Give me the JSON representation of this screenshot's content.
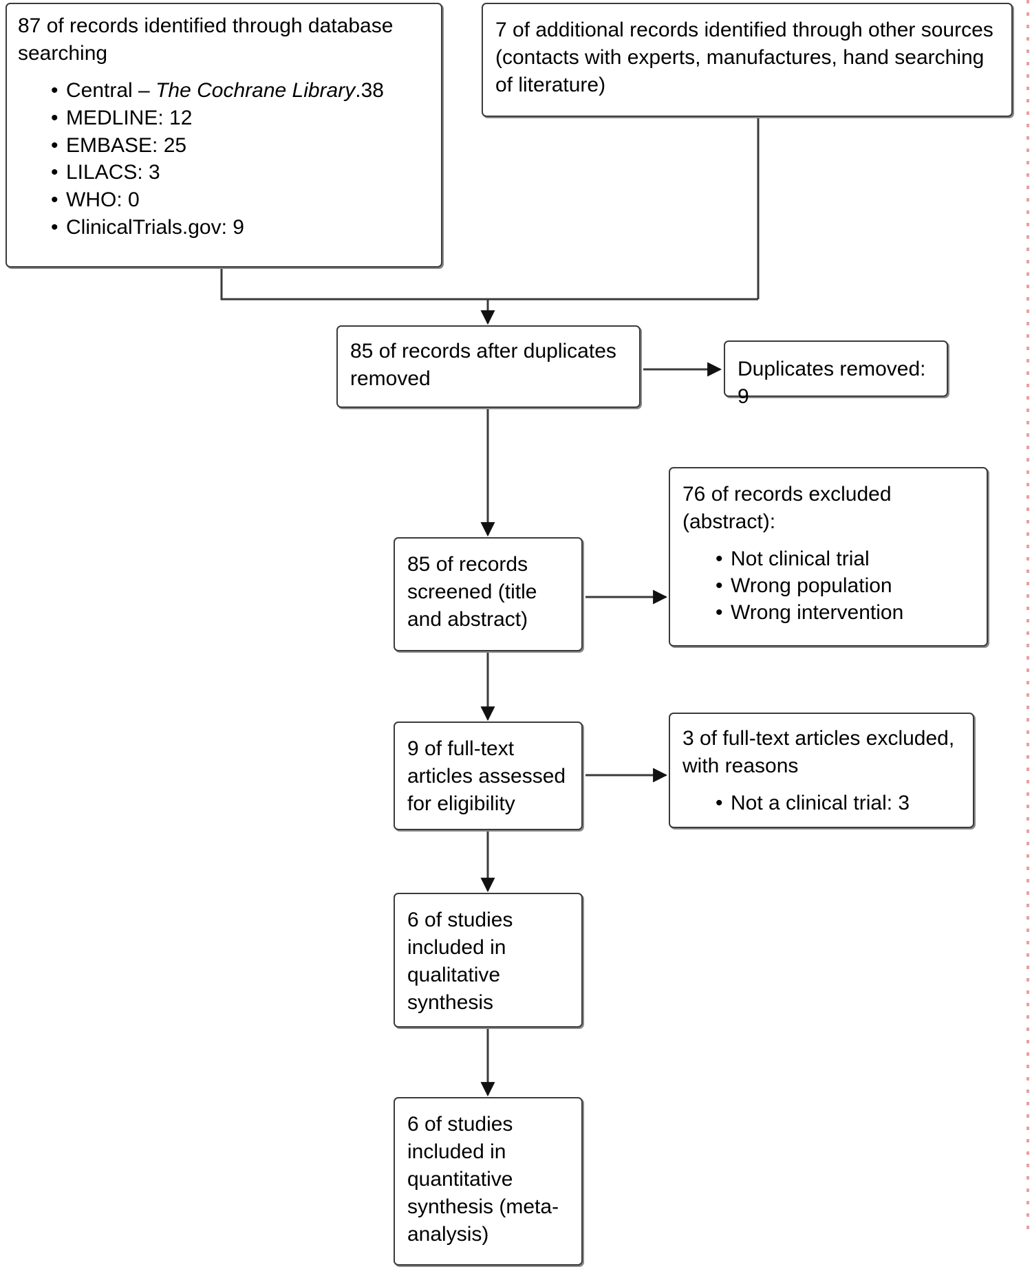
{
  "diagram": {
    "title": "PRISMA study selection flow diagram",
    "type": "flowchart",
    "boxes": {
      "database_search": {
        "heading": "87 of records identified through database searching",
        "sources": [
          {
            "label": "Central – ",
            "emphasis": "The Cochrane Library",
            "suffix": ".38"
          },
          {
            "label": "MEDLINE: 12"
          },
          {
            "label": "EMBASE: 25"
          },
          {
            "label": "LILACS: 3"
          },
          {
            "label": "WHO: 0"
          },
          {
            "label": "ClinicalTrials.gov: 9"
          }
        ]
      },
      "other_sources": {
        "heading": "7 of additional records identified through other sources (contacts with experts, manufactures, hand searching of literature)"
      },
      "after_duplicates": {
        "heading": "85 of records after duplicates removed"
      },
      "duplicates_removed": {
        "heading": "Duplicates removed: 9"
      },
      "screened": {
        "heading": "85 of records screened (title and abstract)"
      },
      "records_excluded": {
        "heading": "76 of records excluded (abstract):",
        "reasons": [
          "Not clinical trial",
          "Wrong population",
          "Wrong intervention"
        ]
      },
      "fulltext_assessed": {
        "heading": "9 of full-text articles assessed for eligibility"
      },
      "fulltext_excluded": {
        "heading": "3 of full-text articles excluded, with reasons",
        "reasons": [
          "Not a clinical trial: 3"
        ]
      },
      "qualitative_synthesis": {
        "heading": "6 of studies included in qualitative synthesis"
      },
      "quantitative_synthesis": {
        "heading": "6 of studies included in quantitative synthesis (meta-analysis)"
      }
    },
    "colors": {
      "box_border": "#3a3a3a",
      "box_shadow": "#8a8a8a",
      "connector": "#3a3a3a",
      "background": "#ffffff",
      "text": "#000000"
    }
  }
}
